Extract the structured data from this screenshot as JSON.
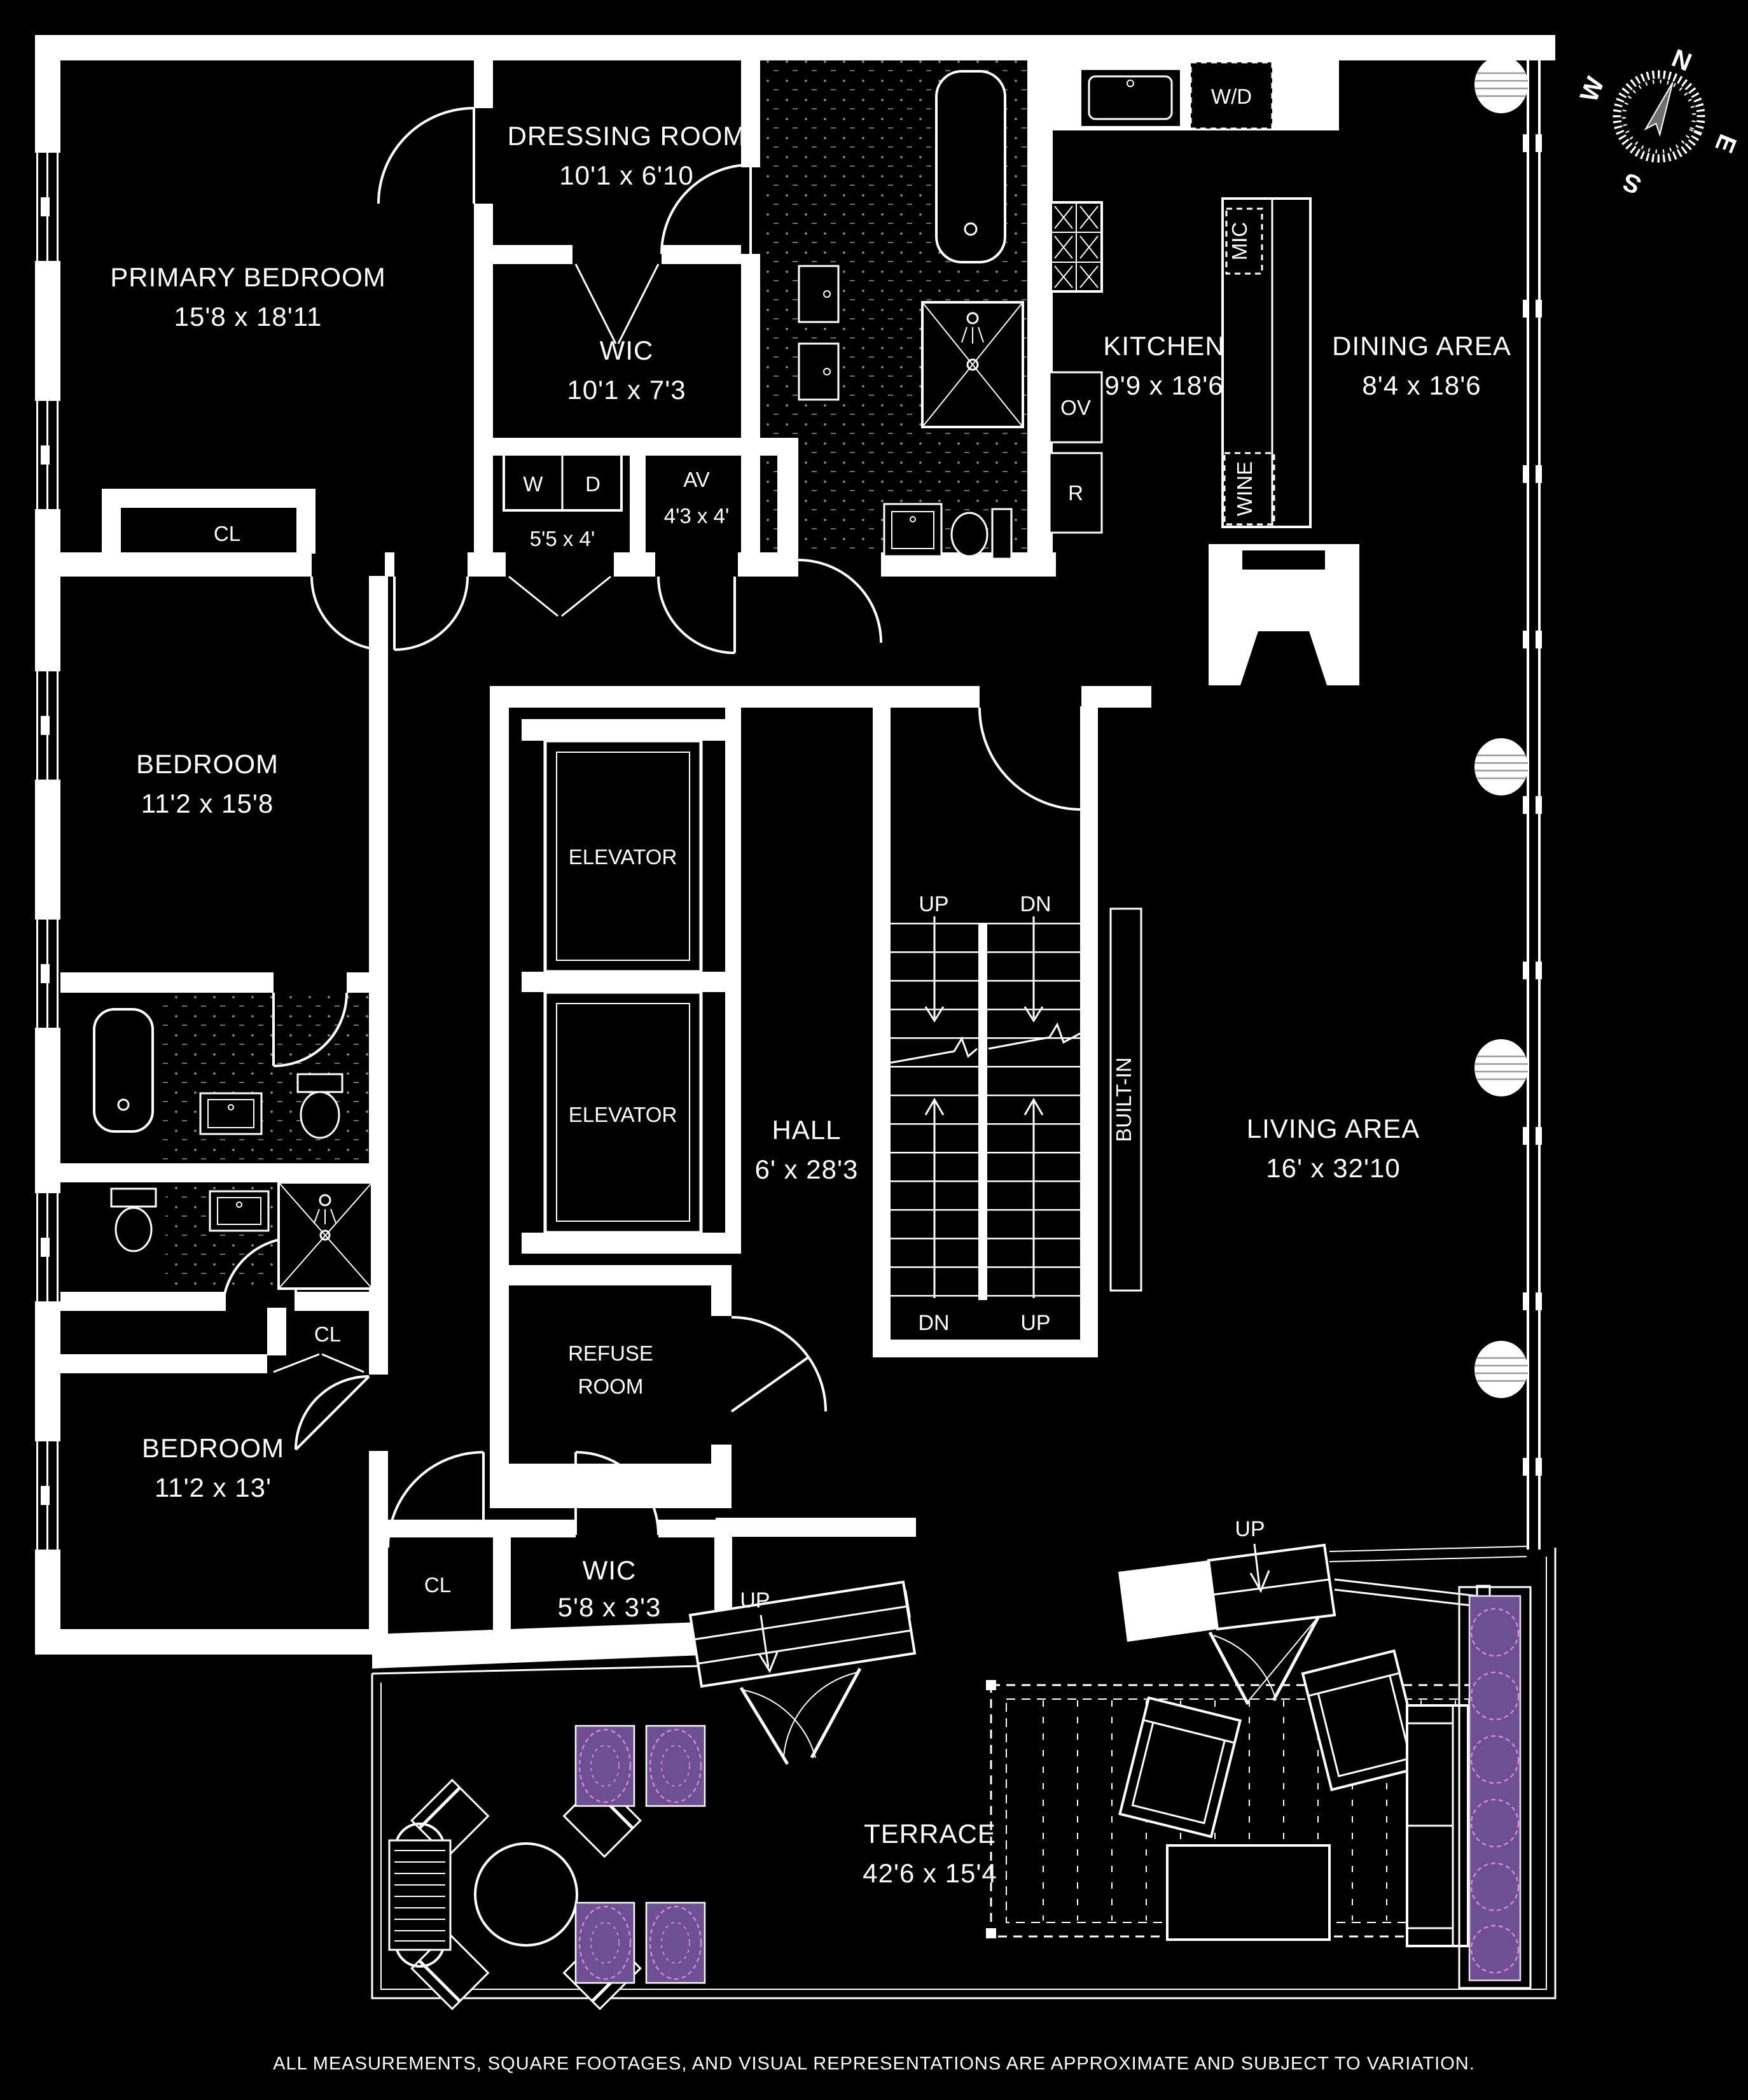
{
  "disclaimer": "ALL MEASUREMENTS, SQUARE FOOTAGES, AND VISUAL REPRESENTATIONS ARE APPROXIMATE AND SUBJECT TO VARIATION.",
  "rooms": {
    "primary_bedroom": {
      "name": "PRIMARY BEDROOM",
      "dims": "15'8 x 18'11"
    },
    "dressing_room": {
      "name": "DRESSING ROOM",
      "dims": "10'1 x 6'10"
    },
    "wic_primary": {
      "name": "WIC",
      "dims": "10'1 x 7'3"
    },
    "laundry": {
      "dims": "5'5 x 4'"
    },
    "av_closet": {
      "name": "AV",
      "dims": "4'3 x 4'"
    },
    "kitchen": {
      "name": "KITCHEN",
      "dims": "9'9 x 18'6"
    },
    "dining_area": {
      "name": "DINING AREA",
      "dims": "8'4 x 18'6"
    },
    "bedroom_2": {
      "name": "BEDROOM",
      "dims": "11'2 x 15'8"
    },
    "bedroom_3": {
      "name": "BEDROOM",
      "dims": "11'2 x 13'"
    },
    "hall": {
      "name": "HALL",
      "dims": "6' x 28'3"
    },
    "living_area": {
      "name": "LIVING AREA",
      "dims": "16' x 32'10"
    },
    "refuse_room": {
      "line1": "REFUSE",
      "line2": "ROOM"
    },
    "wic_2": {
      "name": "WIC",
      "dims": "5'8 x 3'3"
    },
    "terrace": {
      "name": "TERRACE",
      "dims": "42'6 x 15'4"
    }
  },
  "labels": {
    "elevator": "ELEVATOR",
    "built_in": "BUILT-IN",
    "cl": "CL",
    "washer": "W",
    "dryer": "D",
    "washer_dryer": "W/D",
    "oven": "OV",
    "refrigerator": "R",
    "microwave": "MIC",
    "wine": "WINE",
    "up": "UP",
    "dn": "DN"
  },
  "compass": {
    "n": "N",
    "e": "E",
    "s": "S",
    "w": "W"
  },
  "colors": {
    "background": "#000000",
    "line": "#ffffff",
    "planter_fill": "#6d4f94",
    "planter_foliage": "#d883dc",
    "needle": "#6f6f6f"
  }
}
